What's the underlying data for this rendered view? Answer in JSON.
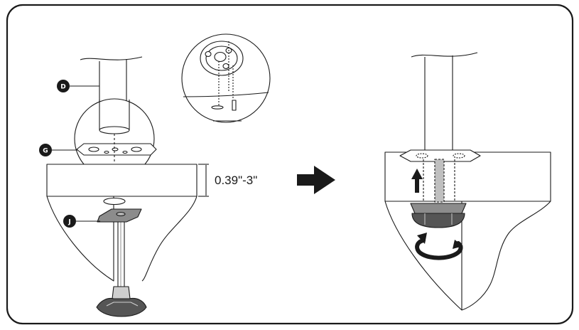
{
  "callouts": {
    "d": "D",
    "g": "G",
    "j": "J"
  },
  "dimension_label": "0.39\"-3\"",
  "colors": {
    "line": "#1a1a1a",
    "desk_fill": "#ffffff",
    "bracket_gray": "#8c8c8c",
    "knob_dark": "#555555",
    "arrow": "#1a1a1a"
  },
  "icons": {
    "step_arrow": "right-arrow-icon",
    "push_up": "up-arrow-icon",
    "rotate": "rotate-icon"
  }
}
